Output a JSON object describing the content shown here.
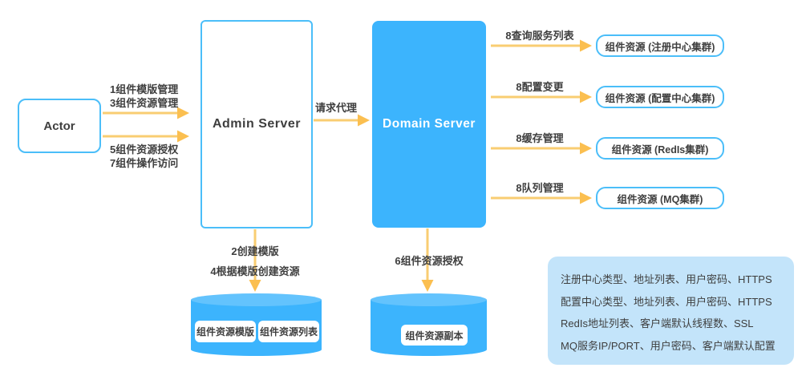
{
  "colors": {
    "blue_fill": "#3CB4FD",
    "blue_cylinder_top": "#63C3FD",
    "border_blue": "#4BBEF9",
    "arrow_line": "#F9CD72",
    "arrow_head": "#FBBF50",
    "info_panel_bg": "#C3E4FA",
    "text_dark": "#3E3E3E"
  },
  "nodes": {
    "actor": {
      "label": "Actor"
    },
    "admin_server": {
      "label": "Admin Server"
    },
    "domain_server": {
      "label": "Domain Server"
    }
  },
  "edges": {
    "actor_to_admin_top": {
      "lines": [
        "1组件模版管理",
        "3组件资源管理"
      ]
    },
    "actor_to_admin_bottom": {
      "lines": [
        "5组件资源授权",
        "7组件操作访问"
      ]
    },
    "admin_to_domain": {
      "label": "请求代理"
    },
    "domain_to_registry": {
      "label": "8查询服务列表"
    },
    "domain_to_config": {
      "label": "8配置变更"
    },
    "domain_to_redis": {
      "label": "8缓存管理"
    },
    "domain_to_mq": {
      "label": "8队列管理"
    },
    "admin_to_db": {
      "lines": [
        "2创建模版",
        "4根据模版创建资源"
      ]
    },
    "domain_to_db": {
      "label": "6组件资源授权"
    }
  },
  "resources": [
    {
      "label": "组件资源 (注册中心集群)"
    },
    {
      "label": "组件资源 (配置中心集群)"
    },
    {
      "label": "组件资源 (RedIs集群)"
    },
    {
      "label": "组件资源 (MQ集群)"
    }
  ],
  "admin_db": {
    "items": [
      "组件资源模版",
      "组件资源列表"
    ]
  },
  "domain_db": {
    "items": [
      "组件资源副本"
    ]
  },
  "info_panel": {
    "lines": [
      "注册中心类型、地址列表、用户密码、HTTPS",
      "配置中心类型、地址列表、用户密码、HTTPS",
      "RedIs地址列表、客户端默认线程数、SSL",
      "MQ服务IP/PORT、用户密码、客户端默认配置"
    ]
  }
}
